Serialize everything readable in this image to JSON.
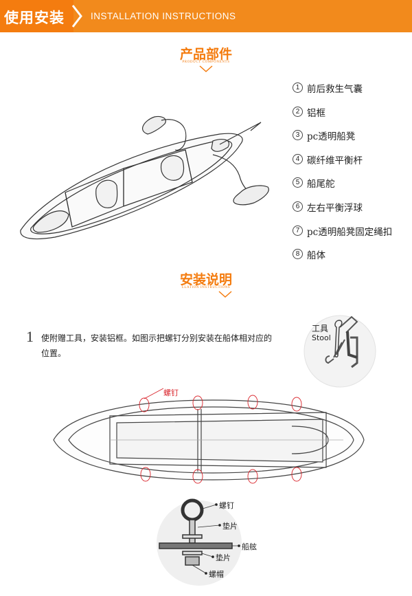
{
  "banner": {
    "cn": "使用安装",
    "en": "INSTALLATION INSTRUCTIONS"
  },
  "sections": {
    "components": {
      "title": "产品部件",
      "subtitle": "PRODUCT COMPONENTS"
    },
    "install": {
      "title": "安装说明",
      "subtitle": "LLATION INSTRUCTIONS"
    }
  },
  "parts": [
    {
      "num": "1",
      "label": "前后救生气囊"
    },
    {
      "num": "2",
      "label": "铝框"
    },
    {
      "num": "3",
      "label": "pc透明船凳"
    },
    {
      "num": "4",
      "label": "碳纤维平衡杆"
    },
    {
      "num": "5",
      "label": "船尾舵"
    },
    {
      "num": "6",
      "label": "左右平衡浮球"
    },
    {
      "num": "7",
      "label": "pc透明船凳固定绳扣"
    },
    {
      "num": "8",
      "label": "船体"
    }
  ],
  "step": {
    "num": "1",
    "text": "使附赠工具，安装铝框。如图示把螺钉分别安装在船体相对应的位置。"
  },
  "tools": {
    "cn": "工具",
    "en": "Stool"
  },
  "diagram": {
    "screw_callout": "螺钉"
  },
  "detail": {
    "labels": {
      "screw": "螺钉",
      "washer_top": "垫片",
      "hull": "船舷",
      "washer_bottom": "垫片",
      "nut": "螺帽"
    }
  },
  "colors": {
    "accent": "#f47c0f",
    "banner": "#f28a1c",
    "callout": "#d9232a"
  }
}
